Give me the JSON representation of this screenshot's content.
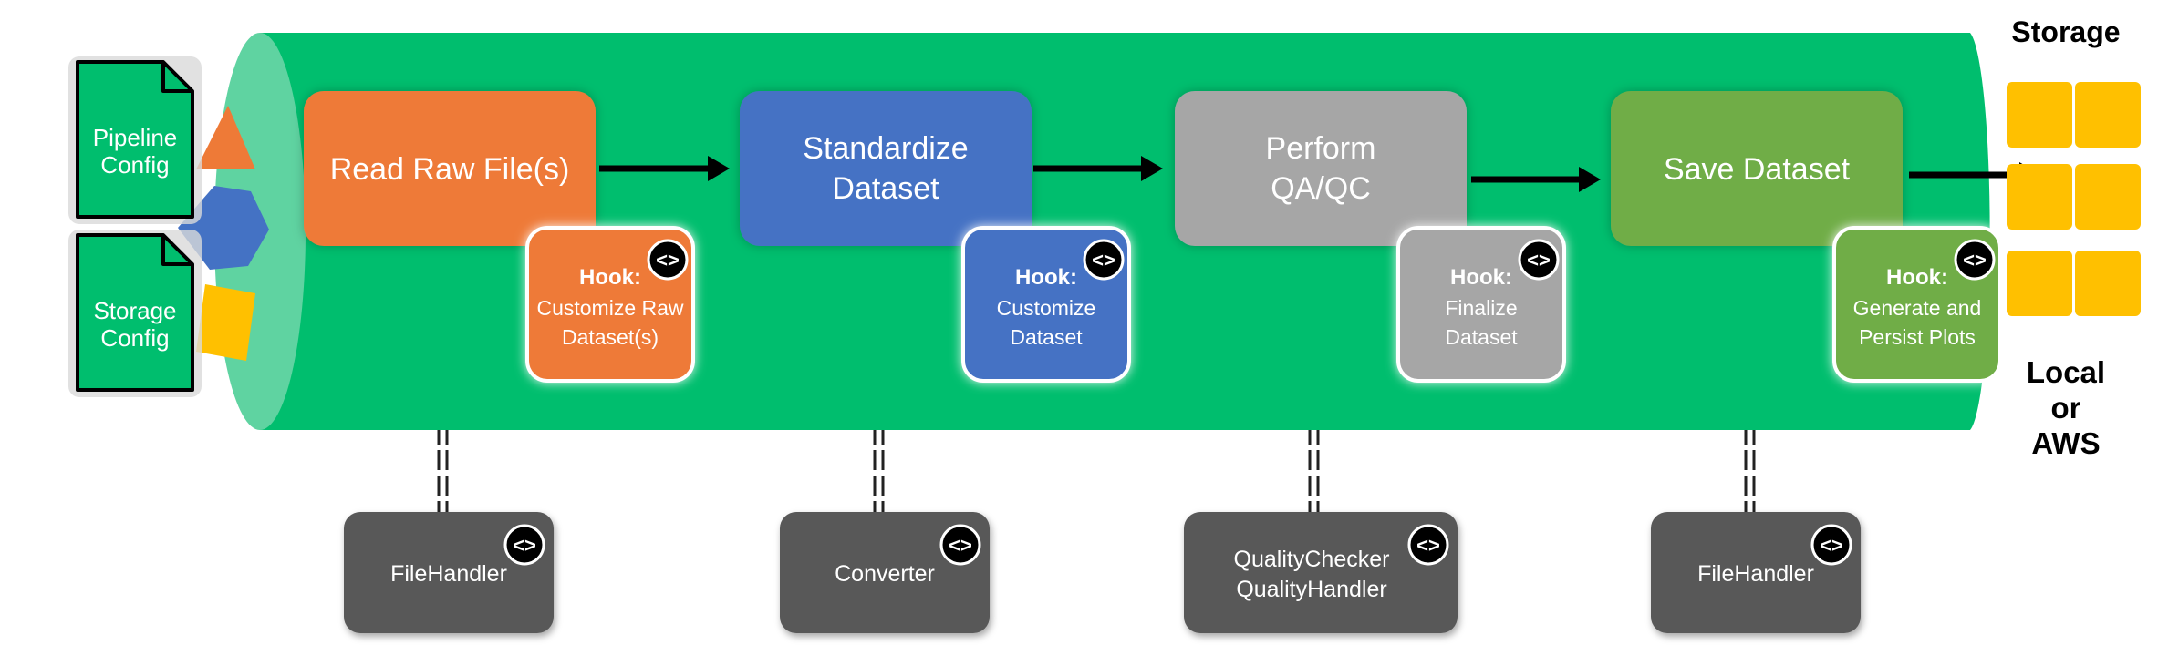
{
  "configs": [
    {
      "line1": "Pipeline",
      "line2": "Config"
    },
    {
      "line1": "Storage",
      "line2": "Config"
    }
  ],
  "stages": [
    {
      "lines": [
        "Read Raw File(s)"
      ],
      "color": "#EE7A37",
      "hook_title": "Hook:",
      "hook_lines": [
        "Customize Raw",
        "Dataset(s)"
      ],
      "hook_color": "#EE7A37",
      "handler_lines": [
        "FileHandler"
      ]
    },
    {
      "lines": [
        "Standardize",
        "Dataset"
      ],
      "color": "#4472C4",
      "hook_title": "Hook:",
      "hook_lines": [
        "Customize",
        "Dataset"
      ],
      "hook_color": "#4472C4",
      "handler_lines": [
        "Converter"
      ]
    },
    {
      "lines": [
        "Perform",
        "QA/QC"
      ],
      "color": "#A6A6A6",
      "hook_title": "Hook:",
      "hook_lines": [
        "Finalize",
        "Dataset"
      ],
      "hook_color": "#A6A6A6",
      "handler_lines": [
        "QualityChecker",
        "QualityHandler"
      ]
    },
    {
      "lines": [
        "Save Dataset"
      ],
      "color": "#70AD47",
      "hook_title": "Hook:",
      "hook_lines": [
        "Generate and",
        "Persist Plots"
      ],
      "hook_color": "#70AD47",
      "handler_lines": [
        "FileHandler"
      ]
    }
  ],
  "code_badge": "<>",
  "storage": {
    "title": "Storage",
    "location_lines": [
      "Local",
      "or",
      "AWS"
    ],
    "color": "#FFC000"
  },
  "colors": {
    "pipe": "#00BE6E",
    "pipe_end": "#5FD3A1",
    "handler": "#595959",
    "config_fill": "#00BE6E",
    "triangle": "#EE7A37",
    "hexagon": "#4472C4",
    "square": "#FFC000"
  },
  "icons": [
    "document-icon",
    "triangle-shape",
    "hexagon-shape",
    "square-shape",
    "code-icon",
    "arrow-icon",
    "database-cell"
  ]
}
